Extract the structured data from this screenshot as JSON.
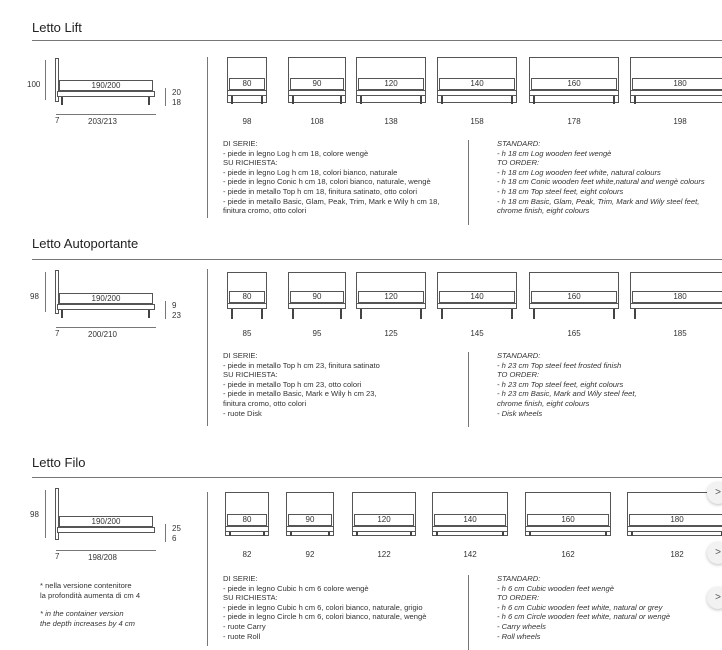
{
  "sections": [
    {
      "title": "Letto Lift",
      "side": {
        "height": "100",
        "depth": "203/213",
        "mattress": "190/200",
        "h_top": "20",
        "h_bottom": "18",
        "foot": "7"
      },
      "beds": [
        {
          "size": "80",
          "width": "98"
        },
        {
          "size": "90",
          "width": "108"
        },
        {
          "size": "120",
          "width": "138"
        },
        {
          "size": "140",
          "width": "158"
        },
        {
          "size": "160",
          "width": "178"
        },
        {
          "size": "180",
          "width": "198"
        }
      ],
      "notes_it": [
        "DI SERIE:",
        "- piede in legno Log h cm 18, colore wengè",
        "SU RICHIESTA:",
        "- piede in legno Log h cm 18, colori bianco, naturale",
        "- piede in legno Conic h cm 18, colori bianco, naturale, wengè",
        "- piede in metallo Top h cm 18, finitura satinato, otto colori",
        "- piede in metallo Basic, Glam, Peak, Trim, Mark e Wily h cm 18,",
        "  finitura cromo, otto colori"
      ],
      "notes_en": [
        "STANDARD:",
        "- h 18 cm Log wooden feet wengè",
        "TO ORDER:",
        "- h 18 cm Log wooden feet white, natural colours",
        "- h 18 cm Conic wooden feet white,natural and wengè colours",
        "- h 18 cm Top steel feet, eight colours",
        "- h 18 cm Basic, Glam, Peak, Trim, Mark and Wily steel feet,",
        "  chrome finish, eight colours"
      ]
    },
    {
      "title": "Letto Autoportante",
      "side": {
        "height": "98",
        "depth": "200/210",
        "mattress": "190/200",
        "h_top": "9",
        "h_bottom": "23",
        "foot": "7"
      },
      "beds": [
        {
          "size": "80",
          "width": "85"
        },
        {
          "size": "90",
          "width": "95"
        },
        {
          "size": "120",
          "width": "125"
        },
        {
          "size": "140",
          "width": "145"
        },
        {
          "size": "160",
          "width": "165"
        },
        {
          "size": "180",
          "width": "185"
        }
      ],
      "notes_it": [
        "DI SERIE:",
        "- piede in metallo Top h cm 23, finitura satinato",
        "SU RICHIESTA:",
        "- piede in metallo Top h cm 23, otto colori",
        "- piede in metallo Basic, Mark e Wily h cm 23,",
        "  finitura cromo, otto colori",
        "- ruote Disk"
      ],
      "notes_en": [
        "STANDARD:",
        "- h 23 cm Top steel feet frosted finish",
        "TO ORDER:",
        "- h 23 cm Top steel feet, eight colours",
        "- h 23 cm Basic, Mark and Wily steel feet,",
        "  chrome finish, eight colours",
        "- Disk wheels"
      ]
    },
    {
      "title": "Letto Filo",
      "side": {
        "height": "98",
        "depth": "198/208",
        "mattress": "190/200",
        "h_top": "25",
        "h_bottom": "6",
        "foot": "7"
      },
      "beds": [
        {
          "size": "80",
          "width": "82"
        },
        {
          "size": "90",
          "width": "92"
        },
        {
          "size": "120",
          "width": "122"
        },
        {
          "size": "140",
          "width": "142"
        },
        {
          "size": "160",
          "width": "162"
        },
        {
          "size": "180",
          "width": "182"
        }
      ],
      "footnote_it": [
        "* nella versione contenitore",
        "  la profondità aumenta di cm 4"
      ],
      "footnote_en": [
        "* in the container version",
        "  the depth increases by 4 cm"
      ],
      "notes_it": [
        "DI SERIE:",
        "- piede in legno Cubic h cm 6 colore wengè",
        "SU RICHIESTA:",
        "- piede in legno Cubic h cm 6, colori bianco, naturale, grigio",
        "- piede in legno Circle h cm 6, colori bianco, naturale, wengè",
        "- ruote Carry",
        "- ruote Roll"
      ],
      "notes_en": [
        "STANDARD:",
        "- h 6 cm Cubic wooden feet wengè",
        "TO ORDER:",
        "- h 6 cm Cubic wooden feet white, natural or grey",
        "- h 6 cm Circle wooden feet white, natural or wengè",
        "- Carry wheels",
        "- Roll wheels"
      ]
    }
  ],
  "side_buttons": [
    ">",
    ">",
    ">"
  ]
}
